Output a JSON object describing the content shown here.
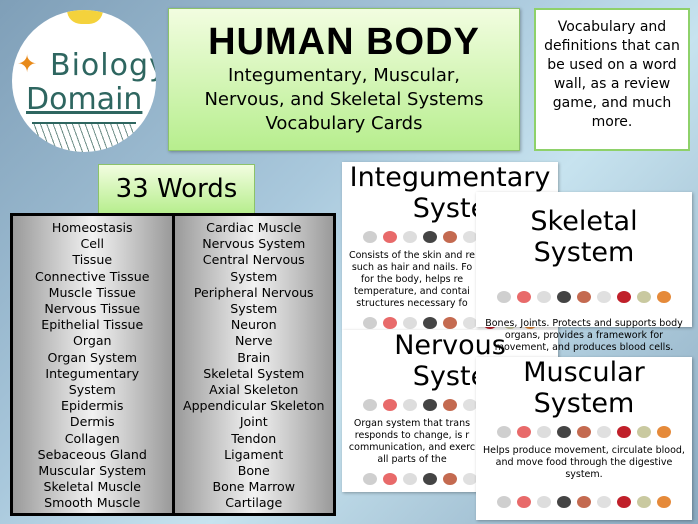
{
  "logo": {
    "line1": "Biology",
    "line2": "Domain"
  },
  "title": {
    "main": "HUMAN BODY",
    "sub1": "Integumentary, Muscular,",
    "sub2": "Nervous, and Skeletal Systems",
    "sub3": "Vocabulary Cards"
  },
  "info": "Vocabulary and definitions that can be used on a word wall, as a review game, and much more.",
  "count_label": "33 Words",
  "words_col1": [
    "Homeostasis",
    "Cell",
    "Tissue",
    "Connective Tissue",
    "Muscle Tissue",
    "Nervous Tissue",
    "Epithelial Tissue",
    "Organ",
    "Organ System",
    "Integumentary",
    "System",
    "Epidermis",
    "Dermis",
    "Collagen",
    "Sebaceous Gland",
    "Muscular System",
    "Skeletal Muscle",
    "Smooth Muscle"
  ],
  "words_col2": [
    "Cardiac Muscle",
    "Nervous System",
    "Central Nervous",
    "System",
    "Peripheral Nervous",
    "System",
    "Neuron",
    "Nerve",
    "Brain",
    "Skeletal System",
    "Axial Skeleton",
    "Appendicular Skeleton",
    "Joint",
    "Tendon",
    "Ligament",
    "Bone",
    "Bone Marrow",
    "Cartilage"
  ],
  "cards": [
    {
      "title1": "Integumentary",
      "title2": "Syste",
      "desc": "Consists of the skin and re such as hair and nails. Fo for the body, helps re temperature, and contai structures necessary fo"
    },
    {
      "title1": "Skeletal System",
      "title2": "",
      "desc": "Bones, Joints. Protects and supports body organs, provides a framework for movement, and produces blood cells."
    },
    {
      "title1": "Nervous",
      "title2": "Syste",
      "desc": "Organ system that trans responds to change, is r communication, and exerc all parts of the"
    },
    {
      "title1": "Muscular",
      "title2": "System",
      "desc": "Helps produce movement, circulate blood, and move food through the digestive system."
    }
  ],
  "icon_names": [
    "brain-icon",
    "muscle-icon",
    "intestine-icon",
    "skull-icon",
    "lungs-icon",
    "neuron-icon",
    "heart-icon",
    "hand-bones-icon",
    "kidneys-icon"
  ],
  "icon_colors": [
    "#cfcfcf",
    "#e86a6a",
    "#dddddd",
    "#444444",
    "#c46a50",
    "#e0e0e0",
    "#c0202a",
    "#c9c9a0",
    "#e58a3a"
  ]
}
